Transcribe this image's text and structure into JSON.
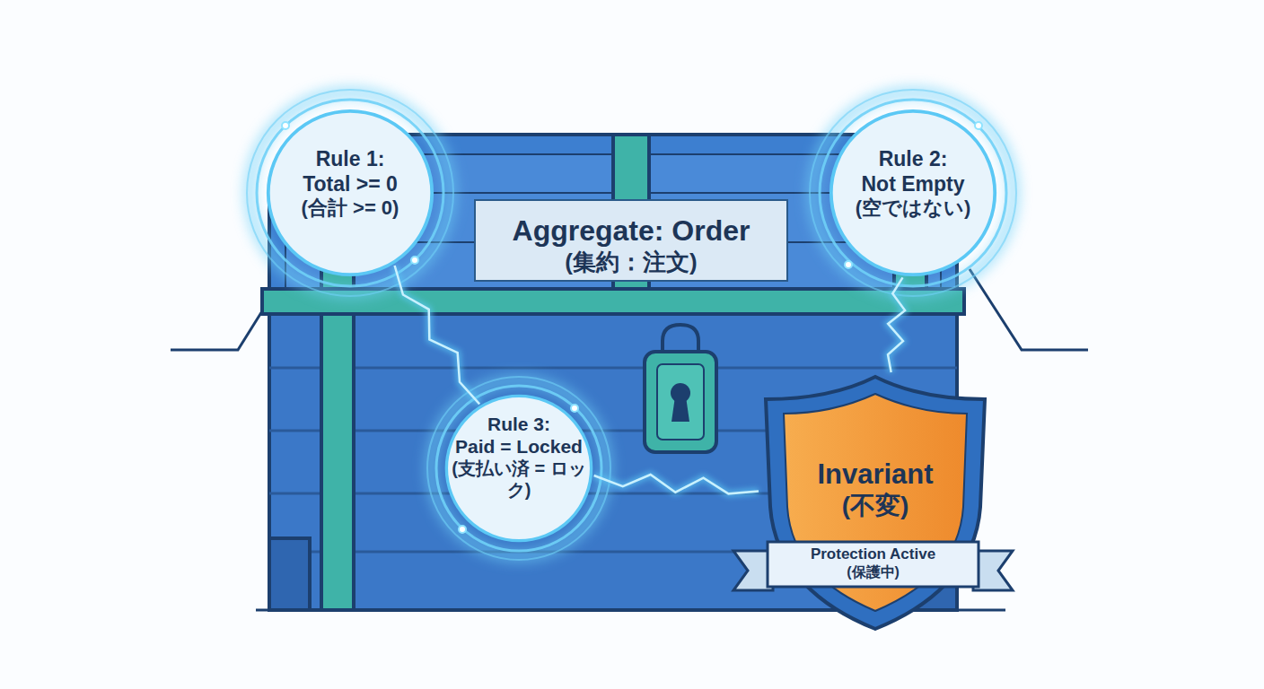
{
  "diagram": {
    "nodes": [
      {
        "text": [
          "Rule 1:",
          "Total >= 0",
          "(合計 >= 0)"
        ]
      },
      {
        "text": [
          "Aggregate: Order",
          "(集約：注文)"
        ]
      },
      {
        "text": [
          "Rule 2:",
          "Not Empty",
          "(空ではない)"
        ]
      },
      {
        "text": [
          "Rule 3:",
          "Paid = Locked",
          "(支払い済 = ロック)"
        ]
      },
      {
        "text": [
          "Invariant",
          "(不変)"
        ]
      },
      {
        "text": [
          "Protection Active",
          "(保護中)"
        ],
        "in": 4
      }
    ],
    "edges": [
      {
        "from": 0,
        "to": 3,
        "arrow": "none"
      },
      {
        "from": 3,
        "to": 4,
        "arrow": "none"
      },
      {
        "from": 2,
        "to": 4,
        "arrow": "none"
      }
    ]
  }
}
